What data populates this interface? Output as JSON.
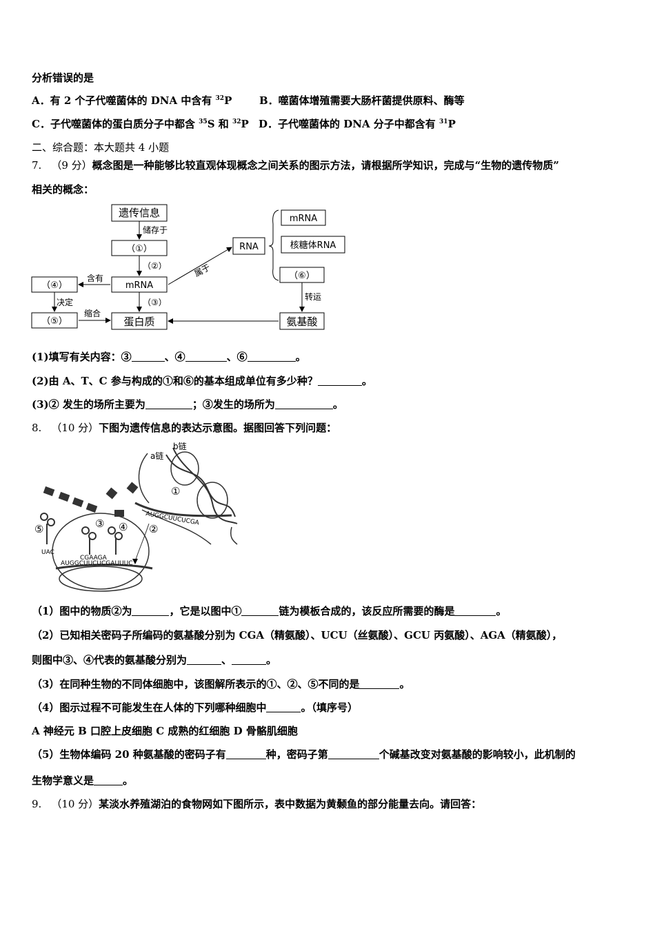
{
  "q6": {
    "stem_tail": "分析错误的是",
    "option_a": "A．有 2 个子代噬菌体的 DNA 中含有 ",
    "option_a_iso": "32",
    "option_a_el": "P",
    "option_b": "B．噬菌体增殖需要大肠杆菌提供原料、酶等",
    "option_c_1": "C．子代噬菌体的蛋白质分子中都含 ",
    "option_c_iso1": "35",
    "option_c_2": "S 和 ",
    "option_c_iso2": "32",
    "option_c_el": "P",
    "option_d": "D．子代噬菌体的 DNA 分子中都含有 ",
    "option_d_iso": "31",
    "option_d_el": "P"
  },
  "section2": {
    "heading": "二、综合题：本大题共 4 小题"
  },
  "q7": {
    "number": "7.",
    "score": "（9 分）",
    "stem_line1": "概念图是一种能够比较直观体现概念之间关系的图示方法，请根据所学知识，完成与“生物的遗传物质”",
    "stem_line2": "相关的概念：",
    "diagram": {
      "genetic_info": "遗传信息",
      "stored_in": "储存于",
      "box1": "（①）",
      "arrow2": "（②）",
      "mrna": "mRNA",
      "arrow3": "（③）",
      "protein": "蛋白质",
      "box4": "（④）",
      "contains": "含有",
      "determines": "决定",
      "box5": "（⑤）",
      "condenses": "缩合",
      "belongs_to": "属于",
      "rna": "RNA",
      "mrna_right": "mRNA",
      "rrna": "核糖体RNA",
      "box6": "（⑥）",
      "transports": "转运",
      "amino_acid": "氨基酸"
    },
    "sub1_label": "(1)填写有关内容：③",
    "sub1_sep1": "、④",
    "sub1_sep2": "、⑥",
    "sub1_end": "。",
    "sub2": "(2)由 A、T、C 参与构成的①和⑥的基本组成单位有多少种？",
    "sub2_end": "。",
    "sub3_a": "(3)② 发生的场所主要为",
    "sub3_b": "；③发生的场所为",
    "sub3_end": "。"
  },
  "q8": {
    "number": "8.",
    "score": "（10 分）",
    "stem": "下图为遗传信息的表达示意图。据图回答下列问题：",
    "figure": {
      "b_chain": "b链",
      "a_chain": "a链",
      "c1": "①",
      "c2": "②",
      "c3": "③",
      "c4": "④",
      "c5": "⑤",
      "anticodon_left": "UAC",
      "anticodons_mid": "CGAAGA",
      "mrna_seq": "AUGGCUUCUCGAUUUC",
      "mrna_top": "AUGGCUUCUCGA"
    },
    "sub1_a": "（1）图中的物质②为",
    "sub1_b": "，它是以图中①",
    "sub1_c": "链为模板合成的，该反应所需要的酶是",
    "sub1_end": "。",
    "sub2_line1": "（2）已知相关密码子所编码的氨基酸分别为 CGA（精氨酸）、UCU（丝氨酸）、GCU 丙氨酸）、AGA（精氨酸），",
    "sub2_a": "则图中③、④代表的氨基酸分别为",
    "sub2_sep": "、",
    "sub2_end": "。",
    "sub3": "（3）在同种生物的不同体细胞中，该图解所表示的①、②、⑤不同的是",
    "sub3_end": "。",
    "sub4": "（4）图示过程不可能发生在人体的下列哪种细胞中",
    "sub4_end": "。（填序号）",
    "choices": "A 神经元  B 口腔上皮细胞   C 成熟的红细胞   D 骨骼肌细胞",
    "sub5_a": "（5）生物体编码 20 种氨基酸的密码子有",
    "sub5_b": "种，密码子第",
    "sub5_c": "个碱基改变对氨基酸的影响较小，此机制的",
    "sub5_line2": "生物学意义是",
    "sub5_end": "。"
  },
  "q9": {
    "number": "9.",
    "score": "（10 分）",
    "stem": "某淡水养殖湖泊的食物网如下图所示，表中数据为黄颡鱼的部分能量去向。请回答："
  }
}
